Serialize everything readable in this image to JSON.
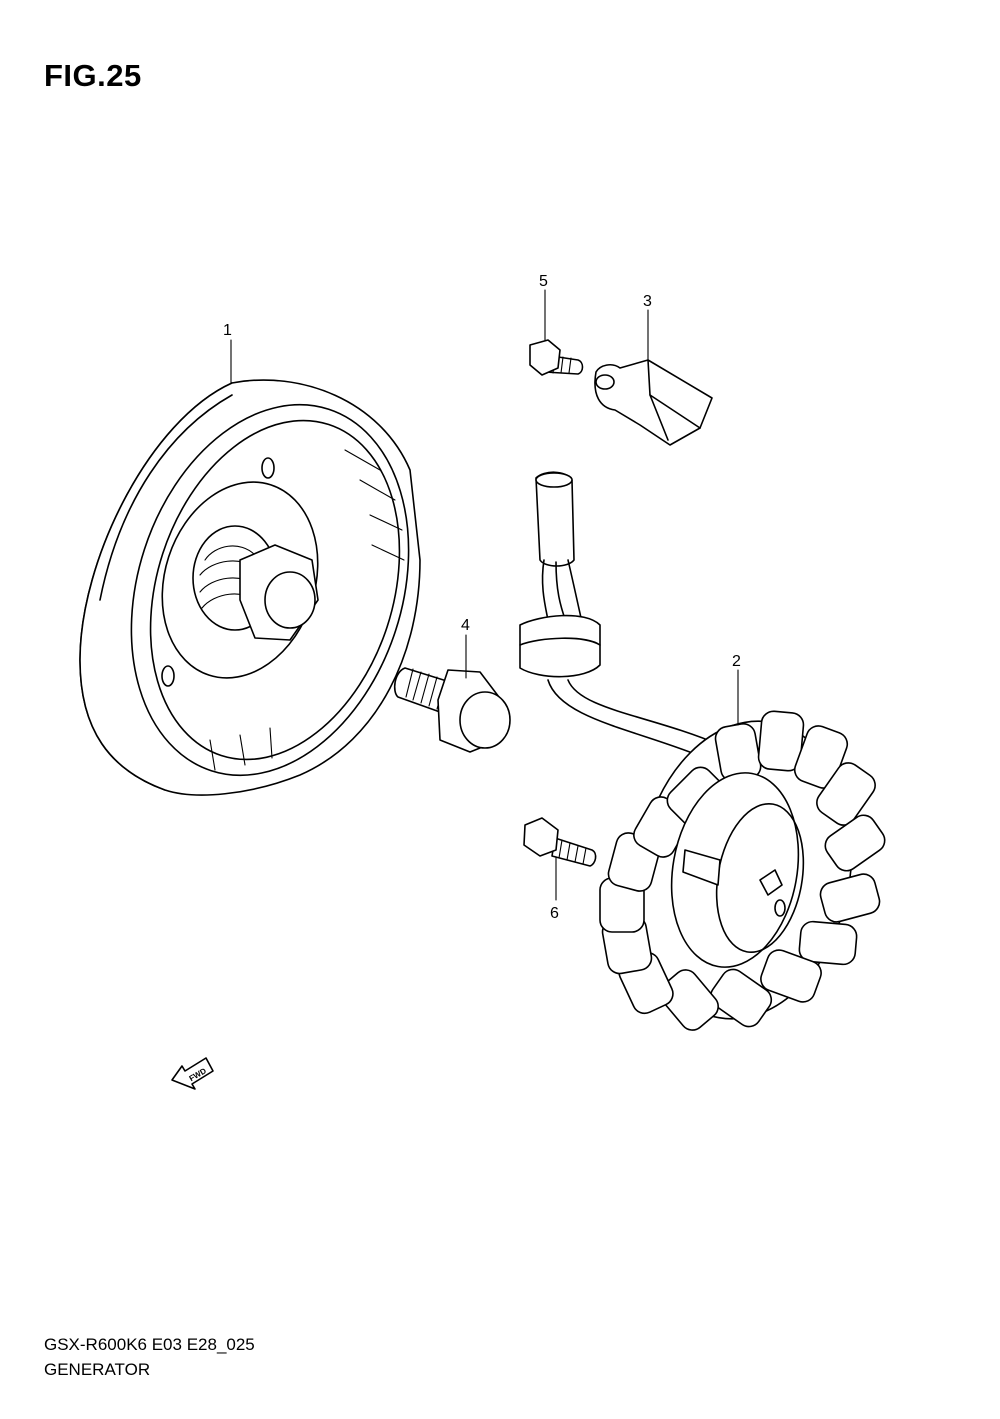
{
  "figure": {
    "title": "FIG.25"
  },
  "callouts": [
    {
      "id": "1",
      "label": "1"
    },
    {
      "id": "2",
      "label": "2"
    },
    {
      "id": "3",
      "label": "3"
    },
    {
      "id": "4",
      "label": "4"
    },
    {
      "id": "5",
      "label": "5"
    },
    {
      "id": "6",
      "label": "6"
    }
  ],
  "direction_marker": {
    "label": "FWD"
  },
  "footer": {
    "model_code": "GSX-R600K6 E03 E28_025",
    "section_name": "GENERATOR"
  }
}
